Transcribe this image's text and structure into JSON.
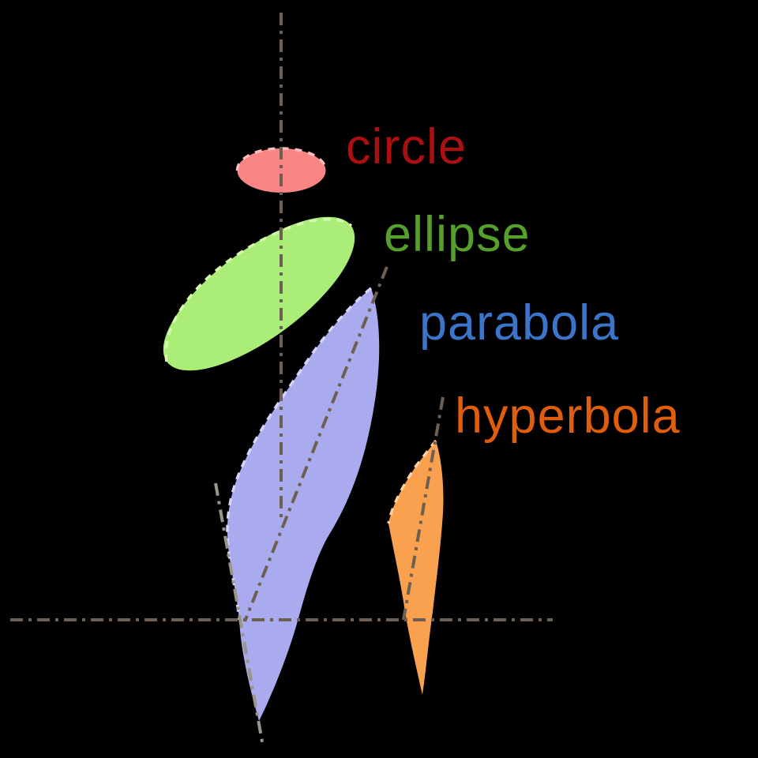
{
  "figure": {
    "title_hidden": "",
    "background": "#000000",
    "labels": {
      "circle": {
        "text": "circle",
        "color": "#ab0f0f"
      },
      "ellipse": {
        "text": "ellipse",
        "color": "#55a02c"
      },
      "parabola": {
        "text": "parabola",
        "color": "#3b74c9"
      },
      "hyperbola": {
        "text": "hyperbola",
        "color": "#e05d0c"
      }
    },
    "shapes": {
      "circle": {
        "name": "circle section",
        "fill": "#f98585",
        "hidden_edge": "#fdbcbc"
      },
      "ellipse": {
        "name": "ellipse section",
        "fill": "#aaee77",
        "hidden_edge": "#d6f7b0"
      },
      "parabola": {
        "name": "parabola section",
        "fill": "#aaaaee",
        "hidden_edge": "#d4d4f8"
      },
      "hyperbola": {
        "name": "hyperbola section",
        "fill": "#faa14f",
        "hidden_edge": "#fdd0a2"
      }
    },
    "axes": {
      "style": "dash-dot",
      "color": "#6d6053",
      "light_color": "#9a948a"
    }
  }
}
